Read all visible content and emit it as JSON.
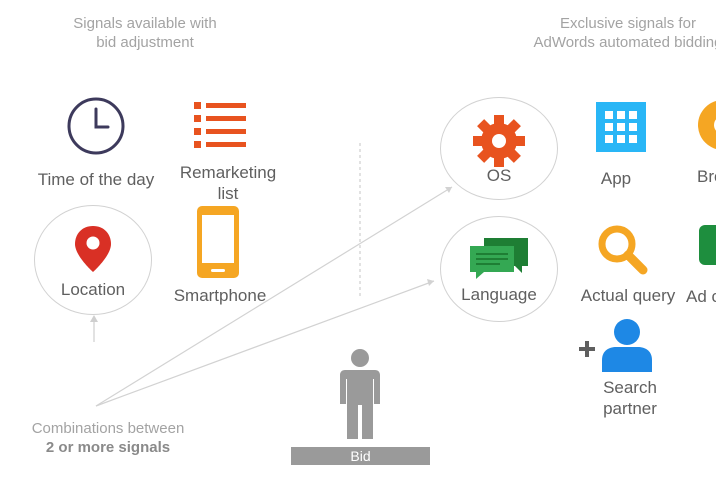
{
  "headers": {
    "left": "Signals available with\nbid adjustment",
    "right": "Exclusive signals for\nAdWords automated bidding"
  },
  "signals": {
    "time_of_day": "Time of the day",
    "remarketing": "Remarketing\nlist",
    "location": "Location",
    "smartphone": "Smartphone",
    "os": "OS",
    "language": "Language",
    "app": "App",
    "browser": "Browser",
    "actual_query": "Actual query",
    "ad_creative": "Ad creative",
    "search_partner": "Search\npartner"
  },
  "combinations": {
    "line1": "Combinations between",
    "line2": "2 or more signals"
  },
  "bid_label": "Bid",
  "colors": {
    "clock": "#3d3a5c",
    "remarketing": "#e8531f",
    "location_pin": "#d93025",
    "smartphone": "#f5a623",
    "os_gear": "#e8531f",
    "language": "#34a853",
    "app": "#29b6f6",
    "browser": "#f5a623",
    "actual_query": "#f5a623",
    "ad_creative": "#34a853",
    "search_partner": "#1e88e5",
    "person": "#9a9a9a",
    "bid_bar": "#9a9a9a"
  }
}
